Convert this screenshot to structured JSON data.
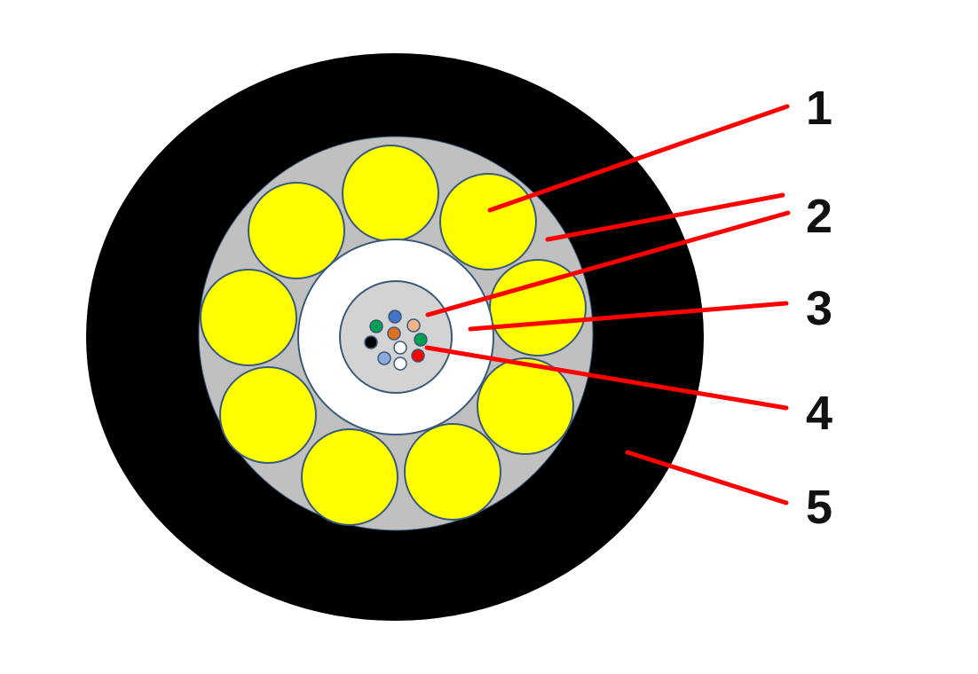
{
  "colors": {
    "outer_jacket": "#000000",
    "strength_layer": "#c0c0c0",
    "yellow_element": "#ffff00",
    "element_outline": "#3a5a7a",
    "buffer_tube": "#ffffff",
    "inner_core": "#d3d3d3",
    "leader_line": "#ff0000",
    "label_text": "#111111"
  },
  "fiber_colors": [
    "#4472c4",
    "#e07020",
    "#f4b48a",
    "#00a050",
    "#000000",
    "#ffffff",
    "#00a050",
    "#8eaadb",
    "#ffffff",
    "#ff0000"
  ],
  "callouts": [
    {
      "label": "1"
    },
    {
      "label": "2"
    },
    {
      "label": "3"
    },
    {
      "label": "4"
    },
    {
      "label": "5"
    }
  ]
}
